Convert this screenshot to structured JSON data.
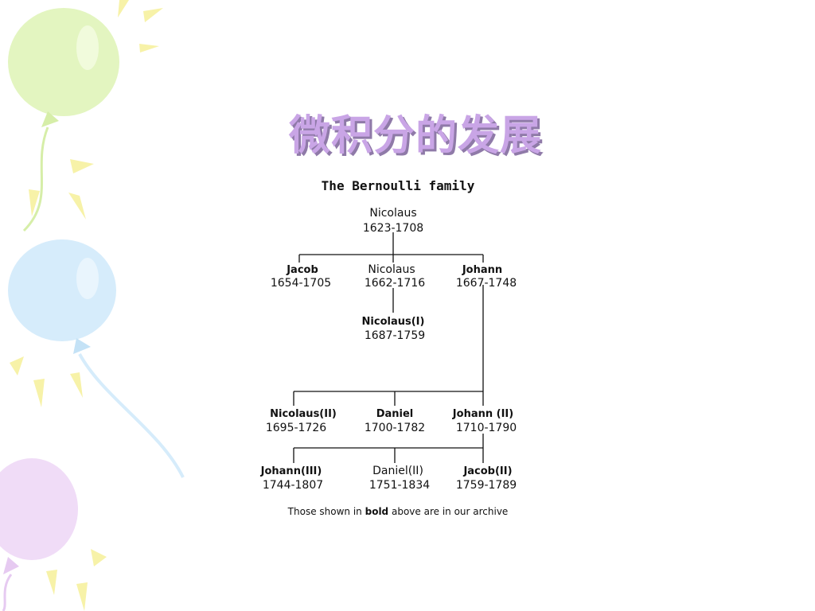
{
  "slide": {
    "title": "微积分的发展"
  },
  "tree": {
    "heading": "The Bernoulli family",
    "nodes": {
      "root": {
        "name": "Nicolaus",
        "years": "1623-1708",
        "bold": false
      },
      "jacob": {
        "name": "Jacob",
        "years": "1654-1705",
        "bold": true
      },
      "nicolaus": {
        "name": "Nicolaus",
        "years": "1662-1716",
        "bold": false
      },
      "johann": {
        "name": "Johann",
        "years": "1667-1748",
        "bold": true
      },
      "nicolaus_i": {
        "name": "Nicolaus(I)",
        "years": "1687-1759",
        "bold": true
      },
      "nicolaus_ii": {
        "name": "Nicolaus(II)",
        "years": "1695-1726",
        "bold": true
      },
      "daniel": {
        "name": "Daniel",
        "years": "1700-1782",
        "bold": true
      },
      "johann_ii": {
        "name": "Johann (II)",
        "years": "1710-1790",
        "bold": true
      },
      "johann_iii": {
        "name": "Johann(III)",
        "years": "1744-1807",
        "bold": true
      },
      "daniel_ii": {
        "name": "Daniel(II)",
        "years": "1751-1834",
        "bold": false
      },
      "jacob_ii": {
        "name": "Jacob(II)",
        "years": "1759-1789",
        "bold": true
      }
    },
    "footnote": {
      "before": "Those shown in",
      "bold_word": "bold",
      "after": "above are in our archive"
    }
  },
  "colors": {
    "title_fill": "#c9a5e6",
    "title_shadow": "#8f7aa8",
    "balloon_green": "#e3f5c0",
    "balloon_blue": "#d6ecfb",
    "balloon_purple": "#f0dcf7",
    "ray_yellow": "#f7f2a8"
  }
}
